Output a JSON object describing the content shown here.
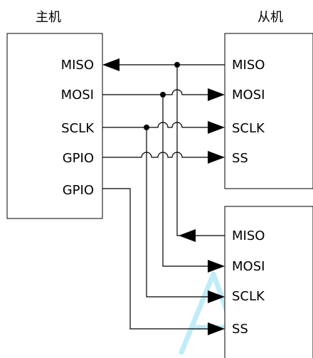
{
  "master": {
    "title": "主机",
    "pins": [
      "MISO",
      "MOSI",
      "SCLK",
      "GPIO",
      "GPIO"
    ]
  },
  "slave": {
    "title": "从机",
    "pins": [
      "MISO",
      "MOSI",
      "SCLK",
      "SS"
    ]
  },
  "slave2": {
    "pins": [
      "MISO",
      "MOSI",
      "SCLK",
      "SS"
    ]
  },
  "watermark": {
    "text": "ACU"
  }
}
